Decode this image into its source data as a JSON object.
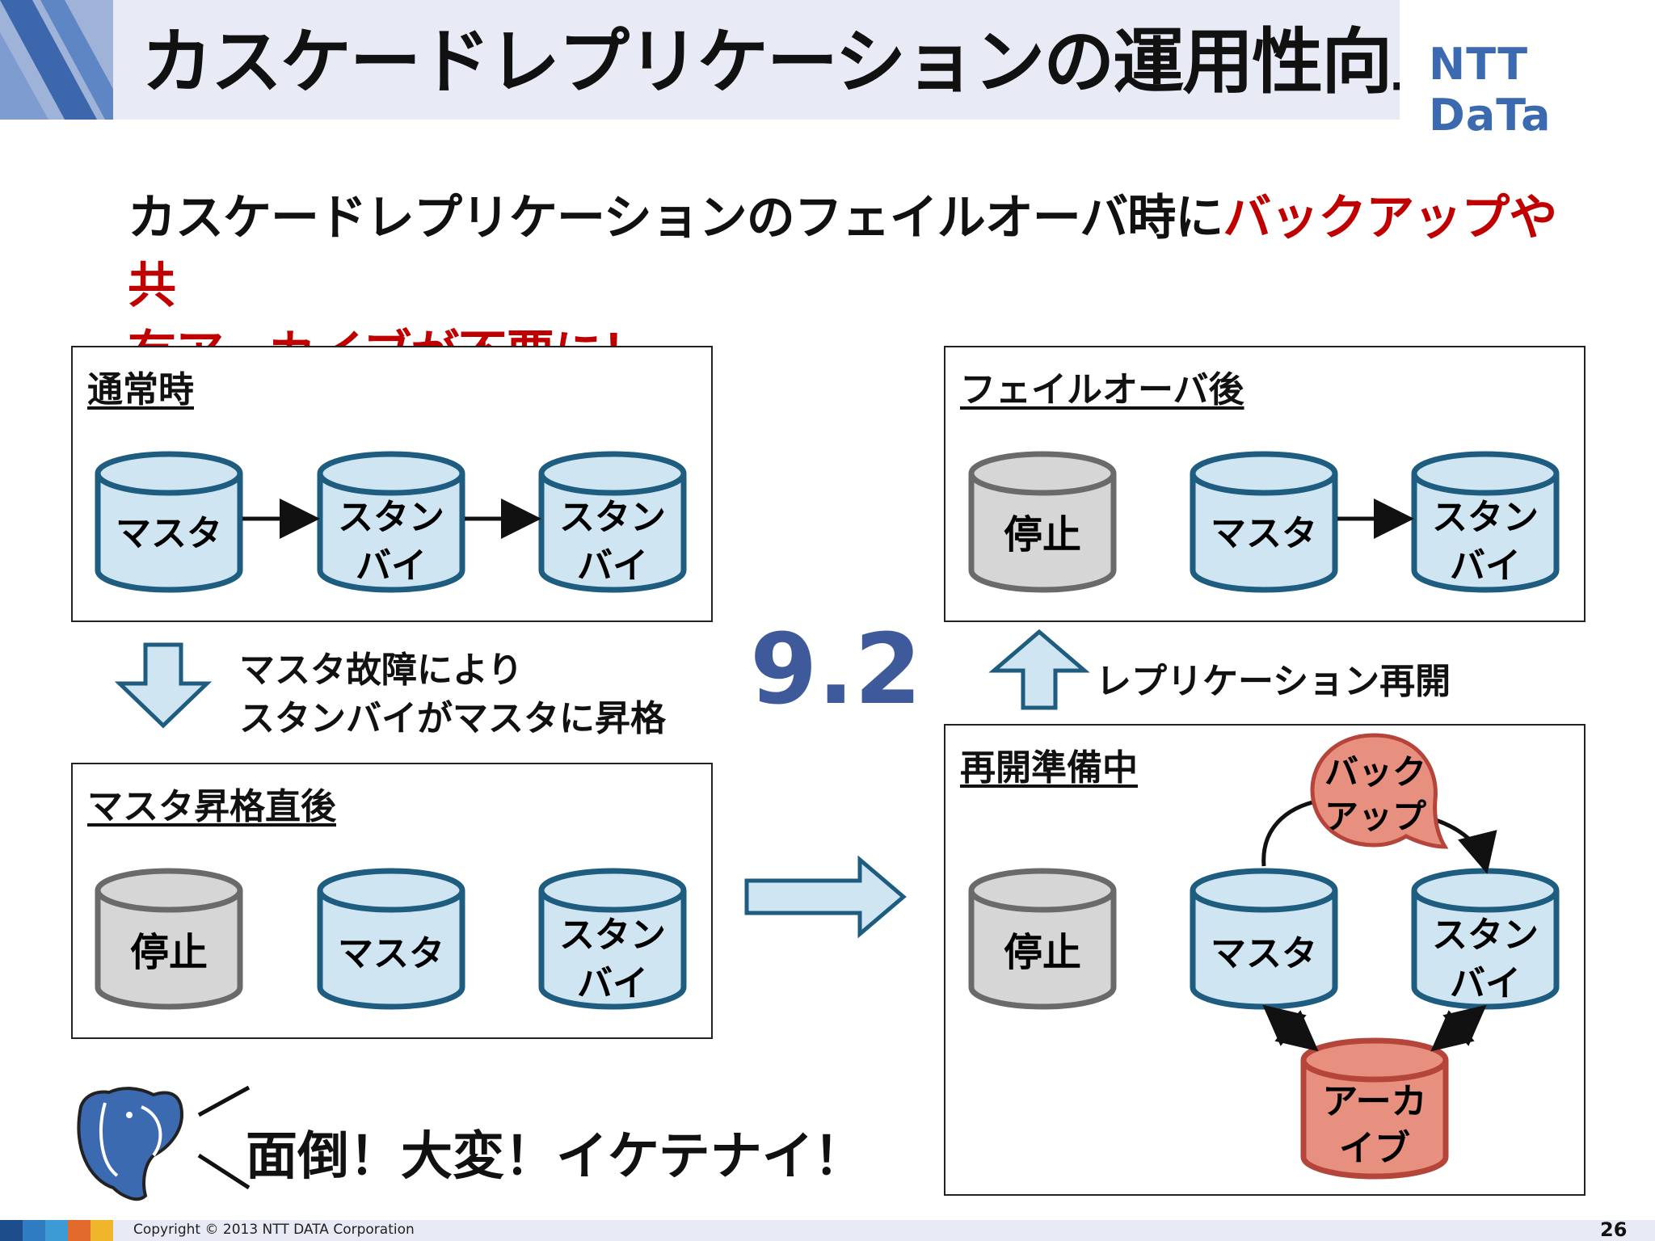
{
  "header": {
    "title": "カスケードレプリケーションの運用性向上",
    "logo_text": "NTT DaTa"
  },
  "lead": {
    "black_part": "カスケードレプリケーションのフェイルオーバ時に",
    "red_part1": "バックアップや共",
    "red_part2": "有アーカイブが不要に！"
  },
  "panels": {
    "normal": {
      "title": "通常時",
      "db1": "マスタ",
      "db2": [
        "スタン",
        "バイ"
      ],
      "db3": [
        "スタン",
        "バイ"
      ]
    },
    "promoted": {
      "title": "マスタ昇格直後",
      "db1": "停止",
      "db2": "マスタ",
      "db3": [
        "スタン",
        "バイ"
      ]
    },
    "failover_after": {
      "title": "フェイルオーバ後",
      "db1": "停止",
      "db2": "マスタ",
      "db3": [
        "スタン",
        "バイ"
      ]
    },
    "resume_prep": {
      "title": "再開準備中",
      "db1": "停止",
      "db2": "マスタ",
      "db3": [
        "スタン",
        "バイ"
      ],
      "backup": [
        "バック",
        "アップ"
      ],
      "archive": [
        "アーカ",
        "イブ"
      ]
    }
  },
  "notes": {
    "failure_line1": "マスタ故障により",
    "failure_line2": "スタンバイがマスタに昇格",
    "resume": "レプリケーション再開",
    "version": "9.2",
    "shout": "面倒！大変！イケテナイ！"
  },
  "footer": {
    "copyright": "Copyright © 2013 NTT DATA Corporation",
    "page_number": "26"
  },
  "colors": {
    "db_blue_fill": "#cfe6f2",
    "db_blue_stroke": "#1e5c80",
    "db_gray_fill": "#d6d6d6",
    "db_gray_stroke": "#6a6a6a",
    "red_fill": "#e89080",
    "red_stroke": "#b5453a",
    "accent_red": "#c00000",
    "brand_blue": "#3b6ab0"
  }
}
